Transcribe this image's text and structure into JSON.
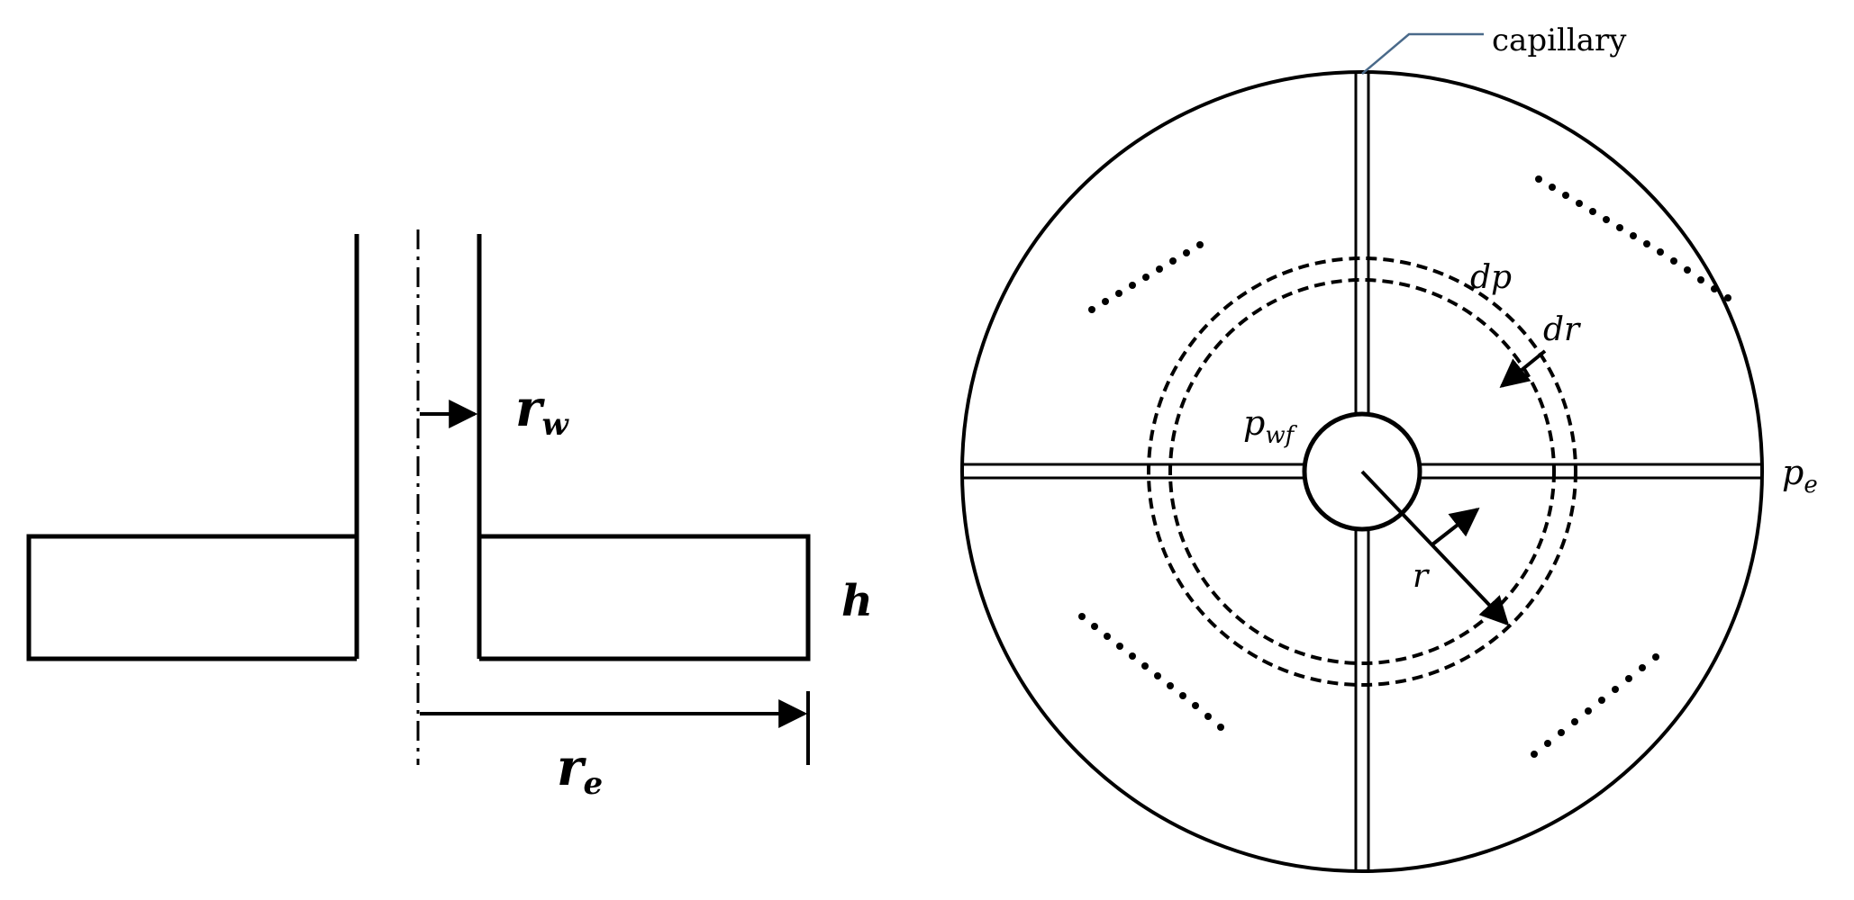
{
  "left_diagram": {
    "well_radius_label": "r",
    "well_radius_sub": "w",
    "outer_radius_label": "r",
    "outer_radius_sub": "e",
    "thickness_label": "h"
  },
  "right_diagram": {
    "capillary_label": "capillary",
    "dp_label": "dp",
    "dr_label": "dr",
    "pwf_label": "p",
    "pwf_sub": "wf",
    "pe_label": "p",
    "pe_sub": "e",
    "r_label": "r"
  },
  "colors": {
    "ink": "#000000",
    "leader": "#4a6a8a"
  }
}
